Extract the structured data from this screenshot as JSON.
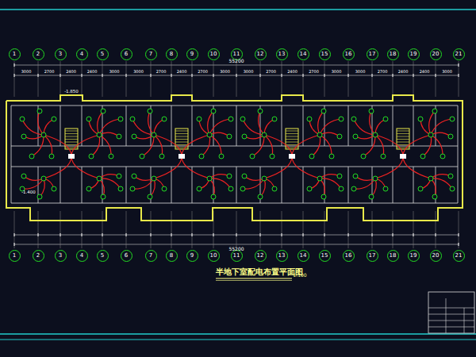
{
  "diagram": {
    "title": "半地下室配电布置平面图",
    "nodes": [
      {
        "text": [
          "1"
        ]
      },
      {
        "text": [
          "2"
        ]
      },
      {
        "text": [
          "3"
        ]
      },
      {
        "text": [
          "4"
        ]
      },
      {
        "text": [
          "5"
        ]
      },
      {
        "text": [
          "6"
        ]
      },
      {
        "text": [
          "7"
        ]
      },
      {
        "text": [
          "8"
        ]
      },
      {
        "text": [
          "9"
        ]
      },
      {
        "text": [
          "10"
        ]
      },
      {
        "text": [
          "11"
        ]
      },
      {
        "text": [
          "12"
        ]
      },
      {
        "text": [
          "13"
        ]
      },
      {
        "text": [
          "14"
        ]
      },
      {
        "text": [
          "15"
        ]
      },
      {
        "text": [
          "16"
        ]
      },
      {
        "text": [
          "17"
        ]
      },
      {
        "text": [
          "18"
        ]
      },
      {
        "text": [
          "19"
        ]
      },
      {
        "text": [
          "20"
        ]
      },
      {
        "text": [
          "21"
        ]
      },
      {
        "text": [
          "1"
        ]
      },
      {
        "text": [
          "2"
        ]
      },
      {
        "text": [
          "3"
        ]
      },
      {
        "text": [
          "4"
        ]
      },
      {
        "text": [
          "5"
        ]
      },
      {
        "text": [
          "6"
        ]
      },
      {
        "text": [
          "7"
        ]
      },
      {
        "text": [
          "8"
        ]
      },
      {
        "text": [
          "9"
        ]
      },
      {
        "text": [
          "10"
        ]
      },
      {
        "text": [
          "11"
        ]
      },
      {
        "text": [
          "12"
        ]
      },
      {
        "text": [
          "13"
        ]
      },
      {
        "text": [
          "14"
        ]
      },
      {
        "text": [
          "15"
        ]
      },
      {
        "text": [
          "16"
        ]
      },
      {
        "text": [
          "17"
        ]
      },
      {
        "text": [
          "18"
        ]
      },
      {
        "text": [
          "19"
        ]
      },
      {
        "text": [
          "20"
        ]
      },
      {
        "text": [
          "21"
        ]
      }
    ],
    "labels": [
      "55200",
      "3000",
      "2700",
      "2400",
      "2400",
      "3000",
      "3000",
      "2700",
      "2400",
      "2700",
      "3000",
      "3000",
      "2700",
      "2400",
      "2700",
      "3000",
      "3000",
      "2700",
      "2400",
      "2400",
      "3000",
      "-1.850",
      "-1.400",
      "55200",
      "1:100"
    ]
  }
}
